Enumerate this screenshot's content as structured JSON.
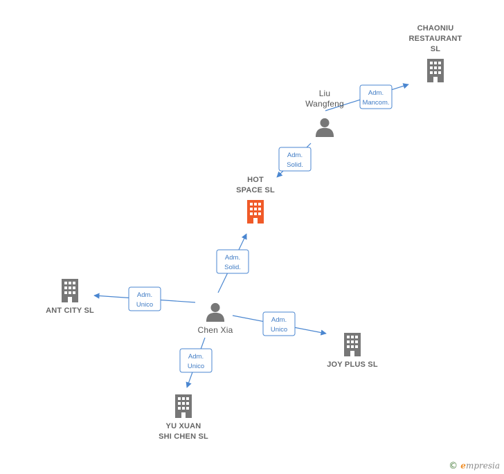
{
  "nodes": {
    "chaoniu": {
      "label_lines": [
        "CHAONIU",
        "RESTAURANT",
        "SL"
      ],
      "kind": "company",
      "color": "#777777"
    },
    "liu": {
      "label_lines": [
        "Liu",
        "Wangfeng"
      ],
      "kind": "person",
      "color": "#777777"
    },
    "hot": {
      "label_lines": [
        "HOT",
        "SPACE  SL"
      ],
      "kind": "company",
      "color": "#f05a28"
    },
    "antcity": {
      "label_lines": [
        "ANT CITY  SL"
      ],
      "kind": "company",
      "color": "#777777"
    },
    "chen": {
      "label_lines": [
        "Chen Xia"
      ],
      "kind": "person",
      "color": "#777777"
    },
    "joyplus": {
      "label_lines": [
        "JOY PLUS SL"
      ],
      "kind": "company",
      "color": "#777777"
    },
    "yuxuan": {
      "label_lines": [
        "YU XUAN",
        "SHI CHEN  SL"
      ],
      "kind": "company",
      "color": "#777777"
    }
  },
  "edges": [
    {
      "from": "liu",
      "to": "chaoniu",
      "badge": [
        "Adm.",
        "Mancom."
      ]
    },
    {
      "from": "liu",
      "to": "hot",
      "badge": [
        "Adm.",
        "Solid."
      ]
    },
    {
      "from": "chen",
      "to": "hot",
      "badge": [
        "Adm.",
        "Solid."
      ]
    },
    {
      "from": "chen",
      "to": "antcity",
      "badge": [
        "Adm.",
        "Unico"
      ]
    },
    {
      "from": "chen",
      "to": "joyplus",
      "badge": [
        "Adm.",
        "Unico"
      ]
    },
    {
      "from": "chen",
      "to": "yuxuan",
      "badge": [
        "Adm.",
        "Unico"
      ]
    }
  ],
  "footer": {
    "copyright": "©",
    "brand_initial": "e",
    "brand_rest": "mpresia"
  }
}
